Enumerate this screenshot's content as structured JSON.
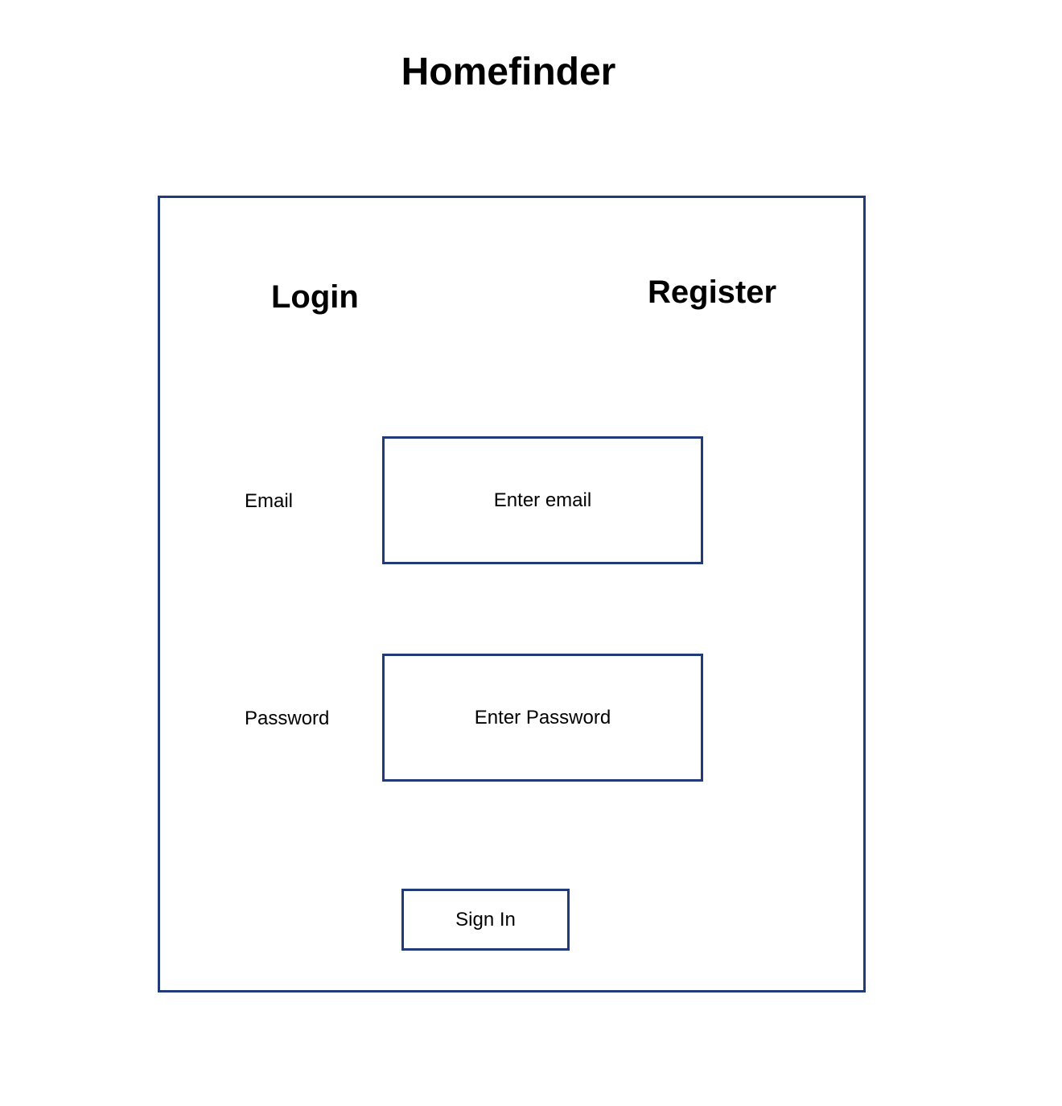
{
  "app": {
    "title": "Homefinder"
  },
  "auth": {
    "tabs": {
      "login_label": "Login",
      "register_label": "Register"
    },
    "email": {
      "label": "Email",
      "placeholder": "Enter email",
      "value": ""
    },
    "password": {
      "label": "Password",
      "placeholder": "Enter Password",
      "value": ""
    },
    "submit_label": "Sign In"
  },
  "colors": {
    "border": "#213a7a",
    "background": "#ffffff",
    "text": "#000000"
  }
}
